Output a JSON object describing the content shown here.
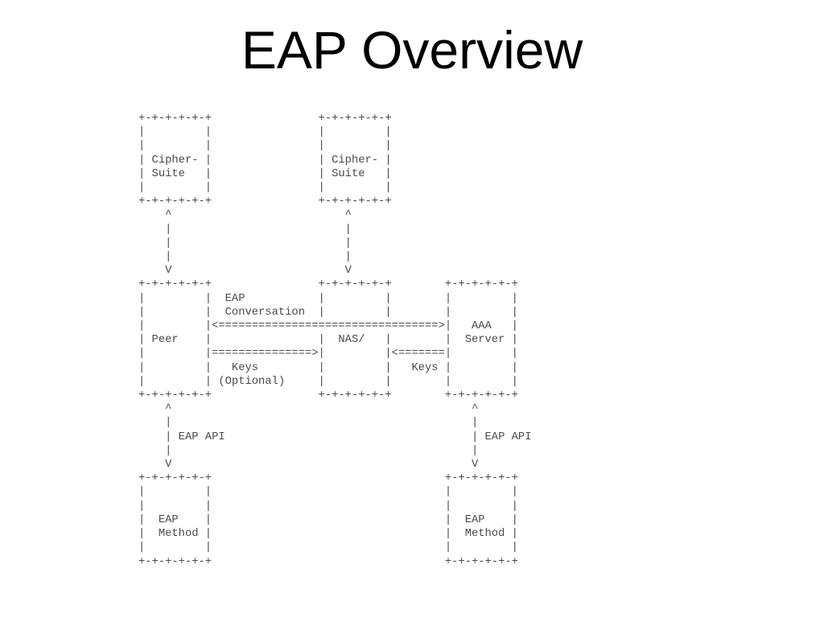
{
  "slide": {
    "title": "EAP Overview",
    "background_color": "#ffffff",
    "title_color": "#000000"
  },
  "diagram": {
    "text_color": "#4a4a4a",
    "entities": [
      "Cipher-Suite",
      "Cipher-Suite",
      "Peer",
      "NAS/",
      "AAA Server",
      "EAP Method",
      "EAP Method"
    ],
    "connections": [
      "EAP Conversation",
      "Keys (Optional)",
      "Keys",
      "EAP API",
      "EAP API"
    ],
    "lines": [
      "+-+-+-+-+-+                +-+-+-+-+-+",
      "|         |                |         |",
      "|         |                |         |",
      "| Cipher- |                | Cipher- |",
      "| Suite   |                | Suite   |",
      "|         |                |         |",
      "+-+-+-+-+-+                +-+-+-+-+-+",
      "    ^                          ^",
      "    |                          |",
      "    |                          |",
      "    |                          |",
      "    V                          V",
      "+-+-+-+-+-+                +-+-+-+-+-+        +-+-+-+-+-+",
      "|         |  EAP           |         |        |         |",
      "|         |  Conversation  |         |        |         |",
      "|         |<=================================>|   AAA   |",
      "| Peer    |                |  NAS/   |        |  Server |",
      "|         |===============>|         |<=======|         |",
      "|         |   Keys         |         |   Keys |         |",
      "|         | (Optional)     |         |        |         |",
      "+-+-+-+-+-+                +-+-+-+-+-+        +-+-+-+-+-+",
      "    ^                                             ^",
      "    |                                             |",
      "    | EAP API                                     | EAP API",
      "    |                                             |",
      "    V                                             V",
      "+-+-+-+-+-+                                   +-+-+-+-+-+",
      "|         |                                   |         |",
      "|         |                                   |         |",
      "|  EAP    |                                   |  EAP    |",
      "|  Method |                                   |  Method |",
      "|         |                                   |         |",
      "+-+-+-+-+-+                                   +-+-+-+-+-+"
    ]
  }
}
